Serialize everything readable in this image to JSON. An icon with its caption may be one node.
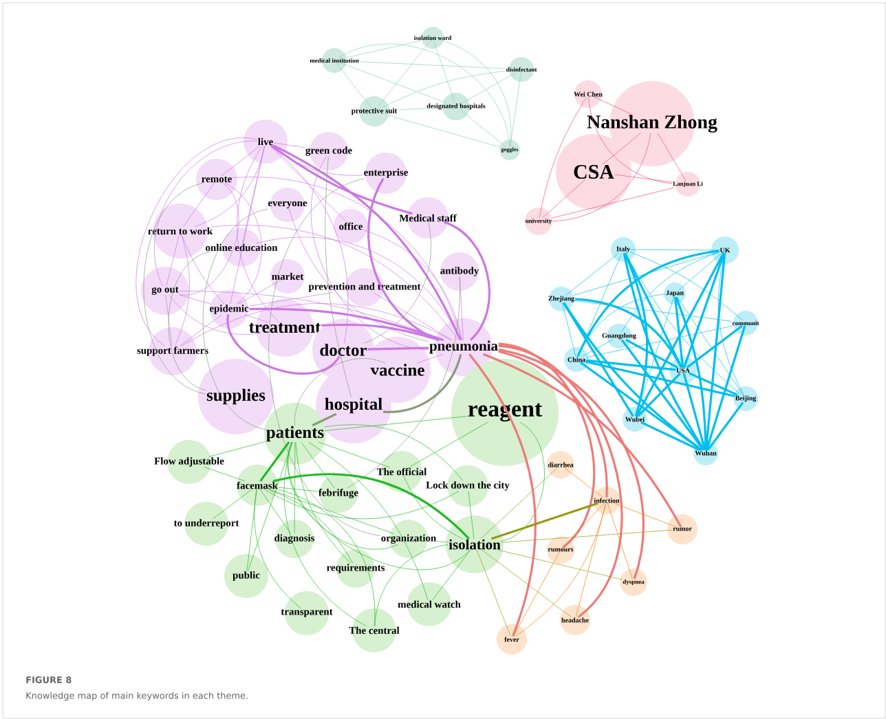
{
  "diagram": {
    "title": "FIGURE 8",
    "caption": "Knowledge map of main keywords in each theme.",
    "nodes": [
      {
        "text": [
          "isolation ward"
        ]
      },
      {
        "text": [
          "medical institution"
        ]
      },
      {
        "text": [
          "disinfectant"
        ]
      },
      {
        "text": [
          "protective suit"
        ]
      },
      {
        "text": [
          "designated hospitals"
        ]
      },
      {
        "text": [
          "goggles"
        ]
      },
      {
        "text": [
          "Wei Chen"
        ]
      },
      {
        "text": [
          "Nanshan Zhong"
        ]
      },
      {
        "text": [
          "CSA"
        ]
      },
      {
        "text": [
          "Lanjuan Li"
        ]
      },
      {
        "text": [
          "university"
        ]
      },
      {
        "text": [
          "live"
        ]
      },
      {
        "text": [
          "green code"
        ]
      },
      {
        "text": [
          "remote"
        ]
      },
      {
        "text": [
          "enterprise"
        ]
      },
      {
        "text": [
          "everyone"
        ]
      },
      {
        "text": [
          "Medical staff"
        ]
      },
      {
        "text": [
          "office"
        ]
      },
      {
        "text": [
          "return to work"
        ]
      },
      {
        "text": [
          "online education"
        ]
      },
      {
        "text": [
          "market"
        ]
      },
      {
        "text": [
          "prevention and treatment"
        ]
      },
      {
        "text": [
          "antibody"
        ]
      },
      {
        "text": [
          "go out"
        ]
      },
      {
        "text": [
          "epidemic"
        ]
      },
      {
        "text": [
          "treatment"
        ]
      },
      {
        "text": [
          "doctor"
        ]
      },
      {
        "text": [
          "pneumonia"
        ]
      },
      {
        "text": [
          "support farmers"
        ]
      },
      {
        "text": [
          "vaccine"
        ]
      },
      {
        "text": [
          "supplies"
        ]
      },
      {
        "text": [
          "hospital"
        ]
      },
      {
        "text": [
          "reagent"
        ]
      },
      {
        "text": [
          "patients"
        ]
      },
      {
        "text": [
          "Flow adjustable"
        ]
      },
      {
        "text": [
          "The official"
        ]
      },
      {
        "text": [
          "facemask"
        ]
      },
      {
        "text": [
          "Lock down the city"
        ]
      },
      {
        "text": [
          "febrifuge"
        ]
      },
      {
        "text": [
          "to underreport"
        ]
      },
      {
        "text": [
          "diagnosis"
        ]
      },
      {
        "text": [
          "organization"
        ]
      },
      {
        "text": [
          "isolation"
        ]
      },
      {
        "text": [
          "requirements"
        ]
      },
      {
        "text": [
          "public"
        ]
      },
      {
        "text": [
          "medical watch"
        ]
      },
      {
        "text": [
          "transparent"
        ]
      },
      {
        "text": [
          "The central"
        ]
      },
      {
        "text": [
          "Italy"
        ]
      },
      {
        "text": [
          "UK"
        ]
      },
      {
        "text": [
          "Zhejiang"
        ]
      },
      {
        "text": [
          "Japan"
        ]
      },
      {
        "text": [
          "communit"
        ]
      },
      {
        "text": [
          "Guangdong"
        ]
      },
      {
        "text": [
          "China"
        ]
      },
      {
        "text": [
          "USA"
        ]
      },
      {
        "text": [
          "Beijing"
        ]
      },
      {
        "text": [
          "Wubei"
        ]
      },
      {
        "text": [
          "Wuhan"
        ]
      },
      {
        "text": [
          "diarrhea"
        ]
      },
      {
        "text": [
          "infection"
        ]
      },
      {
        "text": [
          "rumor"
        ]
      },
      {
        "text": [
          "rumours"
        ]
      },
      {
        "text": [
          "dyspnea"
        ]
      },
      {
        "text": [
          "headache"
        ]
      },
      {
        "text": [
          "fever"
        ]
      }
    ],
    "edges": [
      {
        "from": 1,
        "to": 0,
        "arrow": "none",
        "color": "#8fcfbd"
      },
      {
        "from": 1,
        "to": 2,
        "arrow": "none",
        "color": "#8fcfbd"
      },
      {
        "from": 1,
        "to": 3,
        "arrow": "none",
        "color": "#8fcfbd"
      },
      {
        "from": 1,
        "to": 4,
        "arrow": "none",
        "color": "#8fcfbd"
      },
      {
        "from": 1,
        "to": 5,
        "arrow": "none",
        "color": "#8fcfbd"
      },
      {
        "from": 0,
        "to": 3,
        "arrow": "none",
        "color": "#8fcfbd"
      },
      {
        "from": 0,
        "to": 5,
        "arrow": "none",
        "color": "#8fcfbd"
      },
      {
        "from": 0,
        "to": 4,
        "arrow": "none",
        "color": "#8fcfbd"
      },
      {
        "from": 2,
        "to": 3,
        "arrow": "none",
        "color": "#8fcfbd"
      },
      {
        "from": 2,
        "to": 4,
        "arrow": "none",
        "color": "#8fcfbd"
      },
      {
        "from": 3,
        "to": 4,
        "arrow": "none",
        "color": "#8fcfbd"
      },
      {
        "from": 3,
        "to": 5,
        "arrow": "none",
        "color": "#8fcfbd"
      },
      {
        "from": 4,
        "to": 5,
        "arrow": "none",
        "color": "#8fcfbd"
      },
      {
        "from": 2,
        "to": 5,
        "arrow": "none",
        "color": "#8fcfbd"
      },
      {
        "from": 7,
        "to": 6,
        "arrow": "none",
        "color": "#f0507a"
      },
      {
        "from": 7,
        "to": 8,
        "arrow": "none",
        "color": "#f0507a"
      },
      {
        "from": 7,
        "to": 9,
        "arrow": "none",
        "color": "#f0507a"
      },
      {
        "from": 7,
        "to": 10,
        "arrow": "none",
        "color": "#f0507a"
      },
      {
        "from": 8,
        "to": 10,
        "arrow": "none",
        "color": "#f0507a"
      },
      {
        "from": 6,
        "to": 10,
        "arrow": "none",
        "color": "#f0507a"
      },
      {
        "from": 6,
        "to": 9,
        "arrow": "none",
        "color": "#f0507a"
      },
      {
        "from": 9,
        "to": 10,
        "arrow": "none",
        "color": "#f0507a"
      },
      {
        "from": 8,
        "to": 9,
        "arrow": "none",
        "color": "#f0507a"
      },
      {
        "from": 27,
        "to": 11,
        "arrow": "none",
        "style": "thick",
        "color": "#cc77e6"
      },
      {
        "from": 27,
        "to": 12,
        "arrow": "none",
        "color": "#cc77e6"
      },
      {
        "from": 27,
        "to": 13,
        "arrow": "none",
        "color": "#cc77e6"
      },
      {
        "from": 27,
        "to": 14,
        "arrow": "none",
        "style": "thick",
        "color": "#cc77e6"
      },
      {
        "from": 27,
        "to": 15,
        "arrow": "none",
        "color": "#cc77e6"
      },
      {
        "from": 27,
        "to": 16,
        "arrow": "none",
        "style": "thick",
        "color": "#cc77e6"
      },
      {
        "from": 27,
        "to": 17,
        "arrow": "none",
        "color": "#cc77e6"
      },
      {
        "from": 27,
        "to": 18,
        "arrow": "none",
        "color": "#cc77e6"
      },
      {
        "from": 27,
        "to": 19,
        "arrow": "none",
        "color": "#cc77e6"
      },
      {
        "from": 27,
        "to": 21,
        "arrow": "none",
        "color": "#cc77e6"
      },
      {
        "from": 27,
        "to": 22,
        "arrow": "none",
        "color": "#cc77e6"
      },
      {
        "from": 27,
        "to": 23,
        "arrow": "none",
        "color": "#cc77e6"
      },
      {
        "from": 27,
        "to": 24,
        "arrow": "none",
        "style": "thick",
        "color": "#cc77e6"
      },
      {
        "from": 27,
        "to": 25,
        "arrow": "none",
        "style": "thick",
        "color": "#cc77e6"
      },
      {
        "from": 27,
        "to": 26,
        "arrow": "none",
        "style": "thick",
        "color": "#cc77e6"
      },
      {
        "from": 27,
        "to": 28,
        "arrow": "none",
        "color": "#cc77e6"
      },
      {
        "from": 27,
        "to": 29,
        "arrow": "none",
        "color": "#cc77e6"
      },
      {
        "from": 11,
        "to": 12,
        "arrow": "none",
        "color": "#cc77e6"
      },
      {
        "from": 11,
        "to": 13,
        "arrow": "none",
        "color": "#cc77e6"
      },
      {
        "from": 11,
        "to": 14,
        "arrow": "none",
        "color": "#cc77e6"
      },
      {
        "from": 11,
        "to": 16,
        "arrow": "none",
        "style": "thick",
        "color": "#cc77e6"
      },
      {
        "from": 11,
        "to": 17,
        "arrow": "none",
        "color": "#cc77e6"
      },
      {
        "from": 11,
        "to": 18,
        "arrow": "none",
        "color": "#cc77e6"
      },
      {
        "from": 11,
        "to": 19,
        "arrow": "none",
        "color": "#cc77e6"
      },
      {
        "from": 11,
        "to": 23,
        "arrow": "none",
        "color": "#cc77e6"
      },
      {
        "from": 11,
        "to": 24,
        "arrow": "none",
        "color": "#cc77e6"
      },
      {
        "from": 11,
        "to": 25,
        "arrow": "none",
        "color": "#cc77e6"
      },
      {
        "from": 11,
        "to": 26,
        "arrow": "none",
        "color": "#cc77e6"
      },
      {
        "from": 11,
        "to": 28,
        "arrow": "none",
        "color": "#cc77e6"
      },
      {
        "from": 24,
        "to": 18,
        "arrow": "none",
        "color": "#cc77e6"
      },
      {
        "from": 24,
        "to": 23,
        "arrow": "none",
        "color": "#cc77e6"
      },
      {
        "from": 24,
        "to": 25,
        "arrow": "none",
        "color": "#cc77e6"
      },
      {
        "from": 24,
        "to": 26,
        "arrow": "none",
        "style": "thick",
        "color": "#cc77e6"
      },
      {
        "from": 24,
        "to": 28,
        "arrow": "none",
        "color": "#cc77e6"
      },
      {
        "from": 24,
        "to": 20,
        "arrow": "none",
        "color": "#cc77e6"
      },
      {
        "from": 24,
        "to": 21,
        "arrow": "none",
        "color": "#cc77e6"
      },
      {
        "from": 13,
        "to": 18,
        "arrow": "none",
        "color": "#cc77e6"
      },
      {
        "from": 13,
        "to": 23,
        "arrow": "none",
        "color": "#cc77e6"
      },
      {
        "from": 13,
        "to": 24,
        "arrow": "none",
        "color": "#cc77e6"
      },
      {
        "from": 18,
        "to": 23,
        "arrow": "none",
        "color": "#cc77e6"
      },
      {
        "from": 18,
        "to": 28,
        "arrow": "none",
        "color": "#cc77e6"
      },
      {
        "from": 23,
        "to": 28,
        "arrow": "none",
        "color": "#cc77e6"
      },
      {
        "from": 23,
        "to": 25,
        "arrow": "none",
        "color": "#cc77e6"
      },
      {
        "from": 31,
        "to": 33,
        "arrow": "none",
        "style": "thick",
        "color": "#8a9a80"
      },
      {
        "from": 29,
        "to": 33,
        "arrow": "none",
        "color": "#8a9a80"
      },
      {
        "from": 27,
        "to": 31,
        "arrow": "none",
        "style": "thick",
        "color": "#8a9a80"
      },
      {
        "from": 12,
        "to": 31,
        "arrow": "none",
        "color": "#8a9a80"
      },
      {
        "from": 15,
        "to": 33,
        "arrow": "none",
        "color": "#8a9a80"
      },
      {
        "from": 13,
        "to": 30,
        "arrow": "none",
        "color": "#8a9a80"
      },
      {
        "from": 16,
        "to": 26,
        "arrow": "none",
        "color": "#8a9a80"
      },
      {
        "from": 19,
        "to": 30,
        "arrow": "none",
        "color": "#8a9a80"
      },
      {
        "from": 14,
        "to": 41,
        "arrow": "none",
        "color": "#8a9a80"
      },
      {
        "from": 22,
        "to": 38,
        "arrow": "none",
        "color": "#8a9a80"
      },
      {
        "from": 33,
        "to": 34,
        "arrow": "none",
        "color": "#22bb22"
      },
      {
        "from": 33,
        "to": 36,
        "arrow": "none",
        "style": "thick",
        "color": "#22bb22"
      },
      {
        "from": 33,
        "to": 38,
        "arrow": "none",
        "color": "#22bb22"
      },
      {
        "from": 33,
        "to": 40,
        "arrow": "none",
        "color": "#22bb22"
      },
      {
        "from": 33,
        "to": 41,
        "arrow": "none",
        "color": "#22bb22"
      },
      {
        "from": 33,
        "to": 42,
        "arrow": "none",
        "color": "#22bb22"
      },
      {
        "from": 33,
        "to": 43,
        "arrow": "none",
        "color": "#22bb22"
      },
      {
        "from": 33,
        "to": 44,
        "arrow": "none",
        "color": "#22bb22"
      },
      {
        "from": 33,
        "to": 45,
        "arrow": "none",
        "color": "#22bb22"
      },
      {
        "from": 33,
        "to": 47,
        "arrow": "none",
        "color": "#22bb22"
      },
      {
        "from": 33,
        "to": 32,
        "arrow": "none",
        "color": "#22bb22"
      },
      {
        "from": 33,
        "to": 37,
        "arrow": "none",
        "color": "#22bb22"
      },
      {
        "from": 33,
        "to": 35,
        "arrow": "none",
        "color": "#22bb22"
      },
      {
        "from": 36,
        "to": 34,
        "arrow": "none",
        "color": "#22bb22"
      },
      {
        "from": 36,
        "to": 39,
        "arrow": "none",
        "color": "#22bb22"
      },
      {
        "from": 36,
        "to": 40,
        "arrow": "none",
        "color": "#22bb22"
      },
      {
        "from": 36,
        "to": 42,
        "arrow": "none",
        "style": "thick",
        "color": "#22bb22"
      },
      {
        "from": 36,
        "to": 43,
        "arrow": "none",
        "color": "#22bb22"
      },
      {
        "from": 36,
        "to": 44,
        "arrow": "none",
        "color": "#22bb22"
      },
      {
        "from": 36,
        "to": 46,
        "arrow": "none",
        "color": "#22bb22"
      },
      {
        "from": 36,
        "to": 47,
        "arrow": "none",
        "color": "#22bb22"
      },
      {
        "from": 36,
        "to": 41,
        "arrow": "none",
        "color": "#22bb22"
      },
      {
        "from": 36,
        "to": 37,
        "arrow": "none",
        "color": "#22bb22"
      },
      {
        "from": 36,
        "to": 38,
        "arrow": "none",
        "color": "#22bb22"
      },
      {
        "from": 42,
        "to": 35,
        "arrow": "none",
        "color": "#22bb22"
      },
      {
        "from": 42,
        "to": 37,
        "arrow": "none",
        "color": "#22bb22"
      },
      {
        "from": 42,
        "to": 41,
        "arrow": "none",
        "color": "#22bb22"
      },
      {
        "from": 42,
        "to": 45,
        "arrow": "none",
        "color": "#22bb22"
      },
      {
        "from": 42,
        "to": 47,
        "arrow": "none",
        "color": "#22bb22"
      },
      {
        "from": 42,
        "to": 32,
        "arrow": "none",
        "color": "#22bb22"
      },
      {
        "from": 32,
        "to": 35,
        "arrow": "none",
        "color": "#22bb22"
      },
      {
        "from": 55,
        "to": 48,
        "arrow": "none",
        "style": "thick",
        "color": "#00bfef"
      },
      {
        "from": 55,
        "to": 49,
        "arrow": "none",
        "style": "thick",
        "color": "#00bfef"
      },
      {
        "from": 55,
        "to": 50,
        "arrow": "none",
        "style": "thick",
        "color": "#00bfef"
      },
      {
        "from": 55,
        "to": 51,
        "arrow": "none",
        "style": "thick",
        "color": "#00bfef"
      },
      {
        "from": 55,
        "to": 52,
        "arrow": "none",
        "style": "thick",
        "color": "#00bfef"
      },
      {
        "from": 55,
        "to": 53,
        "arrow": "none",
        "style": "thick",
        "color": "#00bfef"
      },
      {
        "from": 55,
        "to": 54,
        "arrow": "none",
        "style": "thick",
        "color": "#00bfef"
      },
      {
        "from": 55,
        "to": 56,
        "arrow": "none",
        "style": "thick",
        "color": "#00bfef"
      },
      {
        "from": 55,
        "to": 57,
        "arrow": "none",
        "style": "thick",
        "color": "#00bfef"
      },
      {
        "from": 55,
        "to": 58,
        "arrow": "none",
        "style": "thick",
        "color": "#00bfef"
      },
      {
        "from": 58,
        "to": 48,
        "arrow": "none",
        "style": "thick",
        "color": "#00bfef"
      },
      {
        "from": 58,
        "to": 49,
        "arrow": "none",
        "style": "thick",
        "color": "#00bfef"
      },
      {
        "from": 58,
        "to": 50,
        "arrow": "none",
        "style": "thick",
        "color": "#00bfef"
      },
      {
        "from": 58,
        "to": 51,
        "arrow": "none",
        "style": "thick",
        "color": "#00bfef"
      },
      {
        "from": 58,
        "to": 54,
        "arrow": "none",
        "style": "thick",
        "color": "#00bfef"
      },
      {
        "from": 58,
        "to": 56,
        "arrow": "none",
        "style": "thick",
        "color": "#00bfef"
      },
      {
        "from": 58,
        "to": 57,
        "arrow": "none",
        "style": "thick",
        "color": "#00bfef"
      },
      {
        "from": 58,
        "to": 53,
        "arrow": "none",
        "style": "thick",
        "color": "#00bfef"
      },
      {
        "from": 58,
        "to": 52,
        "arrow": "none",
        "style": "thick",
        "color": "#00bfef"
      },
      {
        "from": 49,
        "to": 48,
        "arrow": "none",
        "color": "#00bfef"
      },
      {
        "from": 49,
        "to": 50,
        "arrow": "none",
        "color": "#00bfef"
      },
      {
        "from": 49,
        "to": 53,
        "arrow": "none",
        "color": "#00bfef"
      },
      {
        "from": 49,
        "to": 54,
        "arrow": "none",
        "style": "thick",
        "color": "#00bfef"
      },
      {
        "from": 49,
        "to": 56,
        "arrow": "none",
        "color": "#00bfef"
      },
      {
        "from": 49,
        "to": 57,
        "arrow": "none",
        "style": "thick",
        "color": "#00bfef"
      },
      {
        "from": 49,
        "to": 51,
        "arrow": "none",
        "color": "#00bfef"
      },
      {
        "from": 48,
        "to": 50,
        "arrow": "none",
        "color": "#00bfef"
      },
      {
        "from": 48,
        "to": 54,
        "arrow": "none",
        "color": "#00bfef"
      },
      {
        "from": 48,
        "to": 57,
        "arrow": "none",
        "style": "thick",
        "color": "#00bfef"
      },
      {
        "from": 48,
        "to": 56,
        "arrow": "none",
        "color": "#00bfef"
      },
      {
        "from": 48,
        "to": 52,
        "arrow": "none",
        "color": "#00bfef"
      },
      {
        "from": 54,
        "to": 50,
        "arrow": "none",
        "color": "#00bfef"
      },
      {
        "from": 54,
        "to": 56,
        "arrow": "none",
        "style": "thick",
        "color": "#00bfef"
      },
      {
        "from": 54,
        "to": 52,
        "arrow": "none",
        "color": "#00bfef"
      },
      {
        "from": 54,
        "to": 51,
        "arrow": "none",
        "color": "#00bfef"
      },
      {
        "from": 54,
        "to": 53,
        "arrow": "none",
        "color": "#00bfef"
      },
      {
        "from": 50,
        "to": 52,
        "arrow": "none",
        "color": "#00bfef"
      },
      {
        "from": 50,
        "to": 57,
        "arrow": "none",
        "style": "thick",
        "color": "#00bfef"
      },
      {
        "from": 51,
        "to": 56,
        "arrow": "none",
        "color": "#00bfef"
      },
      {
        "from": 51,
        "to": 57,
        "arrow": "none",
        "color": "#00bfef"
      },
      {
        "from": 27,
        "to": 60,
        "arrow": "none",
        "style": "thick",
        "color": "#ee7a78"
      },
      {
        "from": 27,
        "to": 62,
        "arrow": "none",
        "style": "thick",
        "color": "#ee7a78"
      },
      {
        "from": 27,
        "to": 64,
        "arrow": "none",
        "style": "thick",
        "color": "#ee7a78"
      },
      {
        "from": 27,
        "to": 65,
        "arrow": "none",
        "style": "thick",
        "color": "#ee7a78"
      },
      {
        "from": 27,
        "to": 61,
        "arrow": "none",
        "style": "thick",
        "color": "#ee7a78"
      },
      {
        "from": 27,
        "to": 63,
        "arrow": "none",
        "style": "thick",
        "color": "#ee7a78"
      },
      {
        "from": 60,
        "to": 59,
        "arrow": "none",
        "color": "#ff7a00"
      },
      {
        "from": 60,
        "to": 61,
        "arrow": "none",
        "color": "#ff7a00"
      },
      {
        "from": 60,
        "to": 62,
        "arrow": "none",
        "color": "#ff7a00"
      },
      {
        "from": 60,
        "to": 63,
        "arrow": "none",
        "color": "#ff7a00"
      },
      {
        "from": 60,
        "to": 64,
        "arrow": "none",
        "color": "#ff7a00"
      },
      {
        "from": 60,
        "to": 65,
        "arrow": "none",
        "color": "#ff7a00"
      },
      {
        "from": 65,
        "to": 62,
        "arrow": "none",
        "color": "#ff7a00"
      },
      {
        "from": 42,
        "to": 60,
        "arrow": "none",
        "style": "thick",
        "color": "#9a9a10"
      },
      {
        "from": 42,
        "to": 59,
        "arrow": "none",
        "color": "#9a9a10"
      },
      {
        "from": 42,
        "to": 63,
        "arrow": "none",
        "color": "#9a9a10"
      },
      {
        "from": 42,
        "to": 64,
        "arrow": "none",
        "color": "#9a9a10"
      },
      {
        "from": 42,
        "to": 65,
        "arrow": "none",
        "color": "#9a9a10"
      },
      {
        "from": 42,
        "to": 61,
        "arrow": "none",
        "color": "#9a9a10"
      }
    ]
  }
}
